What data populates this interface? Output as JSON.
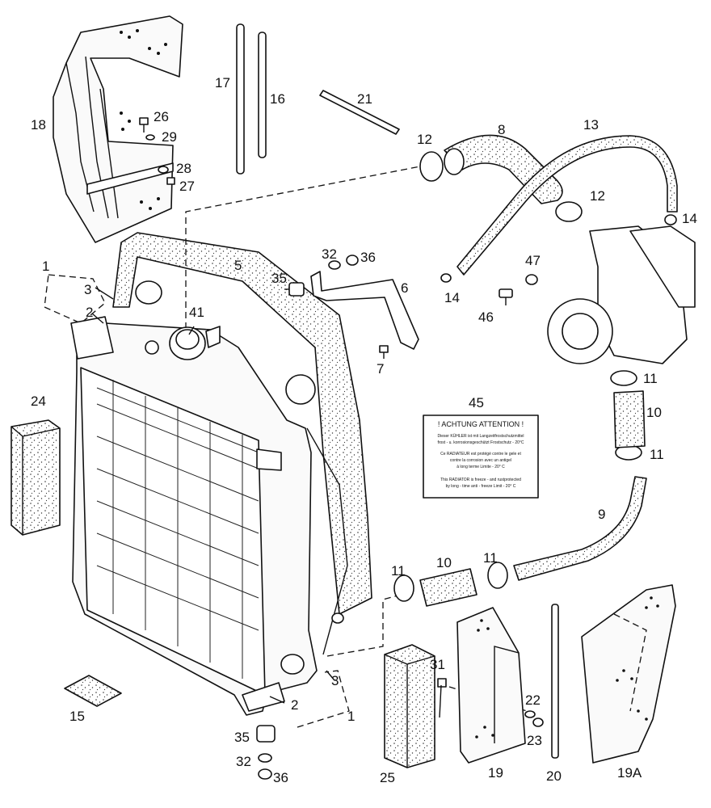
{
  "callouts": {
    "c1a": "1",
    "c1b": "1",
    "c2a": "2",
    "c2b": "2",
    "c3a": "3",
    "c3b": "3",
    "c5": "5",
    "c6": "6",
    "c7": "7",
    "c8": "8",
    "c9": "9",
    "c10a": "10",
    "c10b": "10",
    "c11a": "11",
    "c11b": "11",
    "c11c": "11",
    "c11d": "11",
    "c12a": "12",
    "c12b": "12",
    "c13": "13",
    "c14a": "14",
    "c14b": "14",
    "c15": "15",
    "c16": "16",
    "c17": "17",
    "c18": "18",
    "c19": "19",
    "c19a": "19A",
    "c20": "20",
    "c21": "21",
    "c22": "22",
    "c23": "23",
    "c24": "24",
    "c25": "25",
    "c26": "26",
    "c27": "27",
    "c28": "28",
    "c29": "29",
    "c31": "31",
    "c32a": "32",
    "c32b": "32",
    "c35a": "35",
    "c35b": "35",
    "c36a": "36",
    "c36b": "36",
    "c41": "41",
    "c45": "45",
    "c46": "46",
    "c47": "47"
  },
  "decal": {
    "title": "! ACHTUNG  ATTENTION !",
    "de_line1": "Dieser KÜHLER ist mit Langzeitfrostschutzmittel",
    "de_line2": "frost - u. korrosionsgeschützt  Frostschutz - 20°C",
    "fr_line1": "Ce RADIATEUR est protégé contre le gele et",
    "fr_line2": "contre la corrosion avec un antigel",
    "fr_line3": "à long terme     Limite  - 20° C",
    "en_line1": "This RADIATOR is freeze - and rustprotected",
    "en_line2": "by long - time  anti - freeze  Limit - 20° C"
  },
  "icons": {
    "radiator": "radiator-icon",
    "fan_shroud": "fan-shroud-icon",
    "hose": "hose-icon",
    "clamp": "hose-clamp-icon",
    "foam": "foam-block-icon"
  }
}
